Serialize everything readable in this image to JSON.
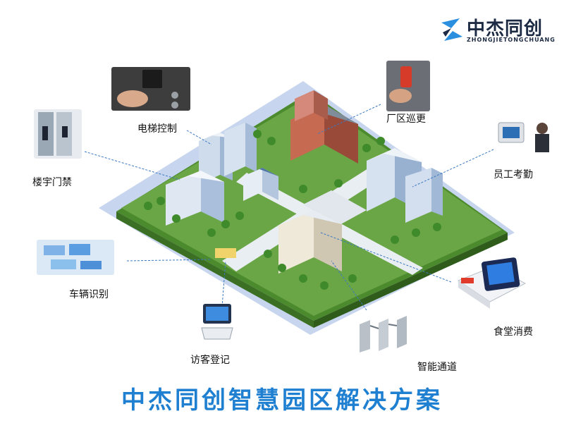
{
  "brand": {
    "name": "中杰同创",
    "subtitle": "ZHONGJIETONGCHUANG"
  },
  "title": "中杰同创智慧园区解决方案",
  "labels": {
    "elevator": "电梯控制",
    "patrol": "厂区巡更",
    "building_access": "楼宇门禁",
    "attendance": "员工考勤",
    "vehicle": "车辆识别",
    "canteen": "食堂消费",
    "visitor": "访客登记",
    "gate": "智能通道"
  },
  "colors": {
    "title_blue": "#1f7fd0",
    "grass": "#5e9a3c",
    "road": "#e9eef2",
    "water_edge": "#c7d6ee"
  }
}
